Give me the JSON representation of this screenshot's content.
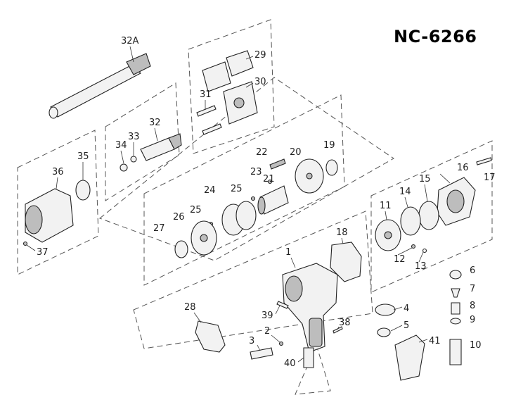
{
  "model": "NC-6266",
  "labels": {
    "p32A": "32A",
    "p29": "29",
    "p30": "30",
    "p31": "31",
    "p32": "32",
    "p33": "33",
    "p34": "34",
    "p35": "35",
    "p36": "36",
    "p37": "37",
    "p22": "22",
    "p20": "20",
    "p19": "19",
    "p23": "23",
    "p21": "21",
    "p25a": "25",
    "p24": "24",
    "p25b": "25",
    "p26": "26",
    "p27": "27",
    "p17": "17",
    "p16": "16",
    "p15": "15",
    "p14": "14",
    "p11": "11",
    "p12": "12",
    "p13": "13",
    "p18": "18",
    "p1": "1",
    "p6": "6",
    "p7": "7",
    "p8": "8",
    "p9": "9",
    "p4": "4",
    "p5": "5",
    "p10": "10",
    "p41": "41",
    "p28": "28",
    "p39": "39",
    "p2": "2",
    "p38": "38",
    "p3": "3",
    "p40": "40"
  }
}
